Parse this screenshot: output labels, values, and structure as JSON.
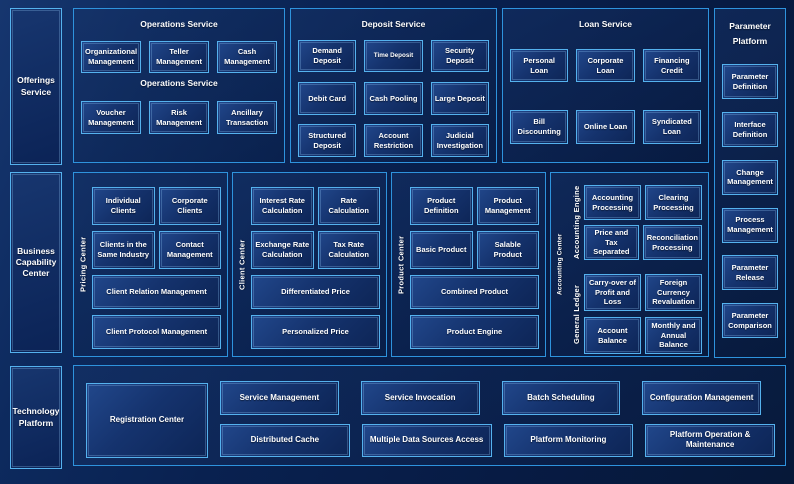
{
  "colors": {
    "background": "#081d44",
    "panel_border": "#2e93dd",
    "box_border": "#55b2ee",
    "box_fill_light": "#21478b",
    "box_fill_dark": "#0d2556",
    "text": "#ffffff"
  },
  "sidebar": {
    "items": [
      "Offerings Service",
      "Business Capability Center",
      "Technology Platform"
    ]
  },
  "top_panels": [
    {
      "title": "Operations Service",
      "subtitle": "Operations Service",
      "rows": [
        [
          "Organizational Management",
          "Teller Management",
          "Cash Management"
        ],
        [
          "Voucher Management",
          "Risk Management",
          "Ancillary Transaction"
        ]
      ]
    },
    {
      "title": "Deposit Service",
      "rows": [
        [
          "Demand Deposit",
          "Time Deposit",
          "Security Deposit"
        ],
        [
          "Debit Card",
          "Cash Pooling",
          "Large Deposit"
        ],
        [
          "Structured Deposit",
          "Account Restriction",
          "Judicial Investigation"
        ]
      ]
    },
    {
      "title": "Loan Service",
      "rows": [
        [
          "Personal Loan",
          "Corporate Loan",
          "Financing Credit"
        ],
        [
          "Bill Discounting",
          "Online Loan",
          "Syndicated Loan"
        ]
      ]
    }
  ],
  "parameter_platform": {
    "title": "Parameter Platform",
    "items": [
      "Parameter Definition",
      "Interface Definition",
      "Change Management",
      "Process Management",
      "Parameter Release",
      "Parameter Comparison"
    ]
  },
  "capability_groups": [
    {
      "label": "Pricing Center",
      "pairs": [
        [
          "Individual Clients",
          "Corporate Clients"
        ],
        [
          "Clients in the Same Industry",
          "Contact Management"
        ]
      ],
      "wide": [
        "Client Relation Management",
        "Client Protocol Management"
      ]
    },
    {
      "label": "Client Center",
      "pairs": [
        [
          "Interest Rate Calculation",
          "Rate Calculation"
        ],
        [
          "Exchange Rate Calculation",
          "Tax Rate Calculation"
        ]
      ],
      "wide": [
        "Differentiated Price",
        "Personalized Price"
      ]
    },
    {
      "label": "Product Center",
      "pairs": [
        [
          "Product Definition",
          "Product Management"
        ],
        [
          "Basic Product",
          "Salable Product"
        ]
      ],
      "wide": [
        "Combined Product",
        "Product Engine"
      ]
    },
    {
      "label": "Accounting Center",
      "subgroups": [
        {
          "label": "Accounting Engine",
          "pairs": [
            [
              "Accounting Processing",
              "Clearing Processing"
            ],
            [
              "Price and Tax Separated",
              "Reconciliation Processing"
            ]
          ]
        },
        {
          "label": "General Ledger",
          "pairs": [
            [
              "Carry-over of Profit and Loss",
              "Foreign Currency Revaluation"
            ],
            [
              "Account Balance",
              "Monthly and Annual Balance"
            ]
          ]
        }
      ]
    }
  ],
  "technology_platform": {
    "registration": "Registration Center",
    "rows": [
      [
        "Service Management",
        "Service Invocation",
        "Batch Scheduling",
        "Configuration Management"
      ],
      [
        "Distributed Cache",
        "Multiple Data Sources Access",
        "Platform Monitoring",
        "Platform Operation & Maintenance"
      ]
    ]
  }
}
